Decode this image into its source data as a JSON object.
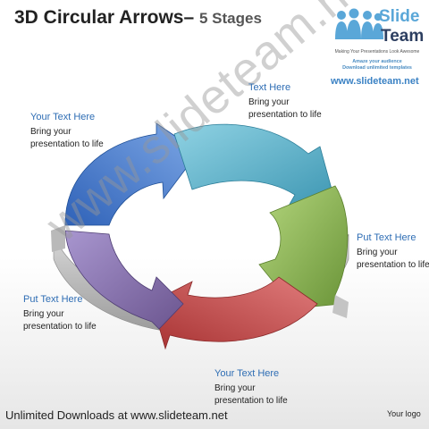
{
  "title": {
    "main": "3D Circular Arrows–",
    "sub": "5 Stages"
  },
  "logo": {
    "brand_1": "Slide",
    "brand_2": "Team",
    "tagline": "Making Your Presentations Look Awesome",
    "line_1": "Amaze your audience",
    "line_2": "Download unlimited templates",
    "url": "www.slideteam.net",
    "icon": "people-icon"
  },
  "stages": [
    {
      "heading": "Your Text Here",
      "line1": "Bring your",
      "line2": "presentation to life",
      "color": "#4a7fce"
    },
    {
      "heading": "Text Here",
      "line1": "Bring your",
      "line2": "presentation to life",
      "color": "#5bb0c8"
    },
    {
      "heading": "Put Text Here",
      "line1": "Bring your",
      "line2": "presentation to life",
      "color": "#86b04c"
    },
    {
      "heading": "Your Text Here",
      "line1": "Bring your",
      "line2": "presentation to life",
      "color": "#c95454"
    },
    {
      "heading": "Put Text Here",
      "line1": "Bring your",
      "line2": "presentation to life",
      "color": "#8a73b5"
    }
  ],
  "watermark": "www.slideteam.net",
  "footer": "Unlimited Downloads at www.slideteam.net",
  "your_logo": "Your logo"
}
